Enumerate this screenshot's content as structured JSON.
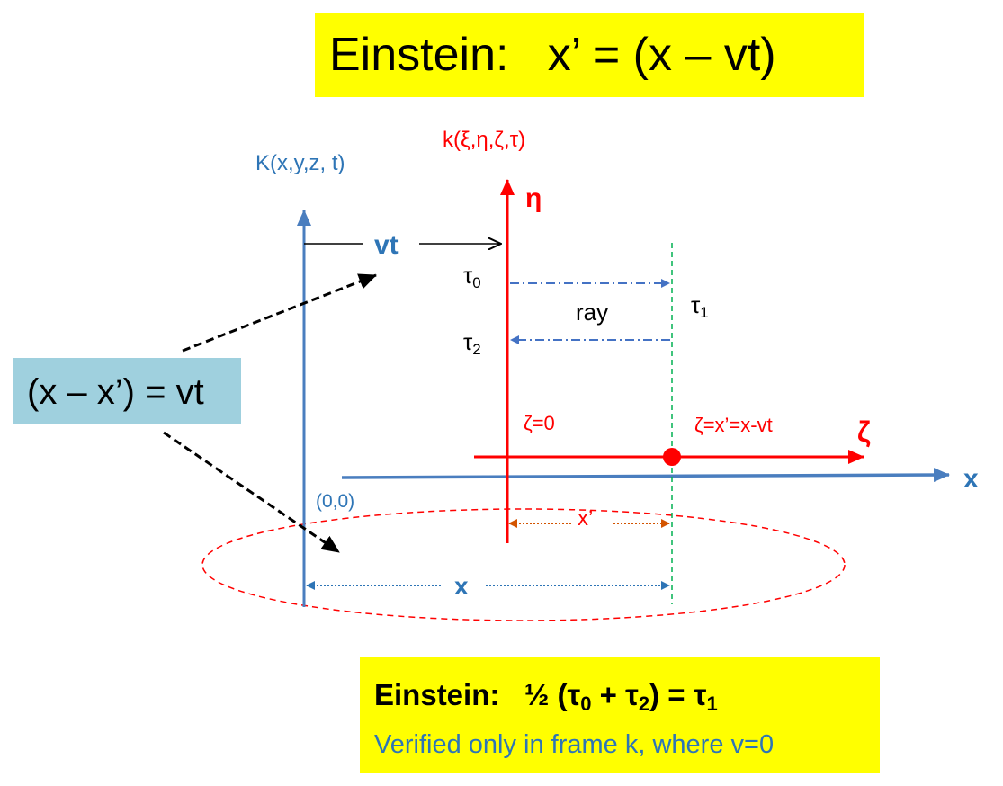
{
  "title": {
    "prefix": "Einstein:",
    "equation": "x’ = (x – vt)"
  },
  "frames": {
    "K_label": "K(x,y,z, t)",
    "k_label": "k(ξ,η,ζ,τ)"
  },
  "axes": {
    "eta": "η",
    "zeta": "ζ",
    "x": "x"
  },
  "labels": {
    "vt": "vt",
    "tau0": "τ",
    "tau0_sub": "0",
    "tau1": "τ",
    "tau1_sub": "1",
    "tau2": "τ",
    "tau2_sub": "2",
    "ray": "ray",
    "zeta_zero": "ζ=0",
    "zeta_point": "ζ=x’=x-vt",
    "origin": "(0,0)",
    "x_prime": "x’",
    "x_distance": "x"
  },
  "relation": "(x – x’) = vt",
  "note": {
    "line1_prefix": "Einstein:   ½ (τ",
    "line1_sub0": "0",
    "line1_mid": " + τ",
    "line1_sub2": "2",
    "line1_end": ") = τ",
    "line1_sub1": "1",
    "line2": "Verified only in frame k, where v=0"
  },
  "colors": {
    "blue": "#2e75b6",
    "red": "#ff0000",
    "green": "#00b050",
    "orange": "#d35400",
    "yellow": "#ffff00",
    "light_blue": "#9fd0de"
  }
}
